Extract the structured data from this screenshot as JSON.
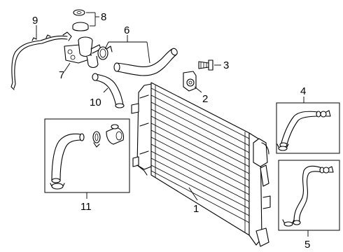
{
  "callouts": {
    "radiator": "1",
    "drain_plug": "2",
    "bolt": "3",
    "lower_hose_kit": "4",
    "overflow_hose_kit": "5",
    "upper_hose": "6",
    "reservoir_bracket": "7",
    "cap_and_seal": "8",
    "vent_hose": "9",
    "inlet_hose": "10",
    "hose_kit": "11"
  }
}
